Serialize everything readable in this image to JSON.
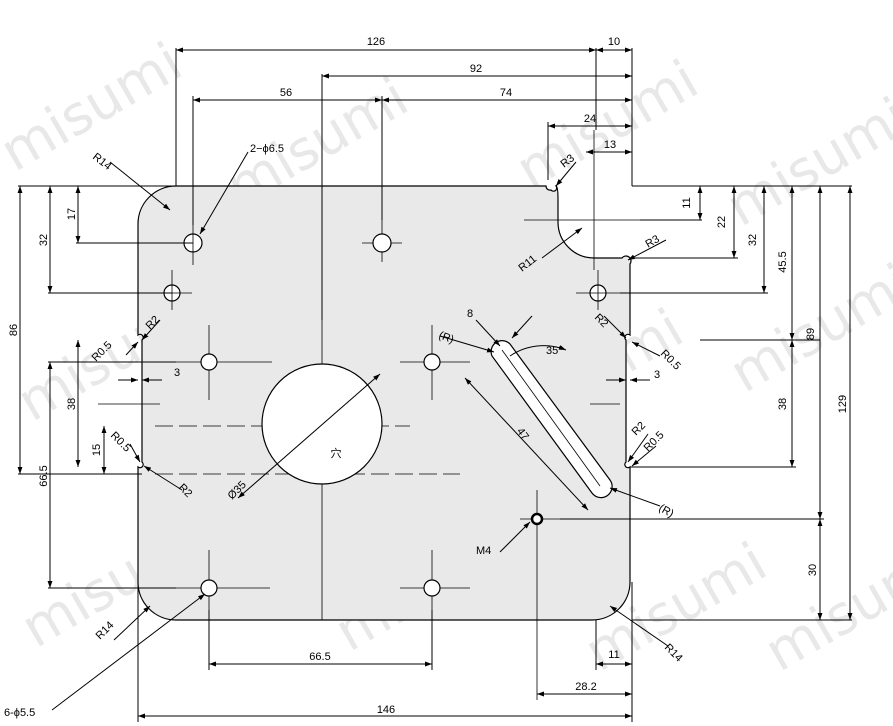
{
  "watermark": "misumi",
  "colors": {
    "plate_fill": "#e9e9e9",
    "line": "#000000",
    "watermark": "#e8e8e8"
  },
  "callouts": {
    "hole_2_d6_5": "2−ϕ6.5",
    "hole_6_d5_5": "6-ϕ5.5",
    "bore_d35": "Ø35",
    "bore_mark": "穴",
    "tap_m4": "M4",
    "r14_top_left": "R14",
    "r14_bottom_left": "R14",
    "r14_bottom_right": "R14",
    "r3_upper": "R3",
    "r3_lower": "R3",
    "r11": "R11",
    "r2_upper_left": "R2",
    "r2_lower_left": "R2",
    "r2_upper_right": "R2",
    "r2_lower_right": "R2",
    "r0_5_upper_left": "R0.5",
    "r0_5_lower_left": "R0.5",
    "r0_5_upper_right": "R0.5",
    "r0_5_lower_right": "R0.5",
    "slot_r_upper": "(R)",
    "slot_r_lower": "(R)",
    "slot_angle": "35°"
  },
  "dimensions": {
    "top_126": "126",
    "top_10": "10",
    "top_92": "92",
    "top_56": "56",
    "top_74": "74",
    "top_24": "24",
    "top_13": "13",
    "left_86": "86",
    "left_32": "32",
    "left_17": "17",
    "left_38": "38",
    "left_15": "15",
    "left_66_5": "66.5",
    "notch_3_left": "3",
    "notch_3_right": "3",
    "right_11": "11",
    "right_22": "22",
    "right_32": "32",
    "right_45_5": "45.5",
    "right_89": "89",
    "right_129": "129",
    "right_38": "38",
    "right_30": "30",
    "slot_width_8": "8",
    "slot_length_47": "47",
    "bottom_66_5": "66.5",
    "bottom_146": "146",
    "bottom_11": "11",
    "bottom_28_2": "28.2"
  }
}
